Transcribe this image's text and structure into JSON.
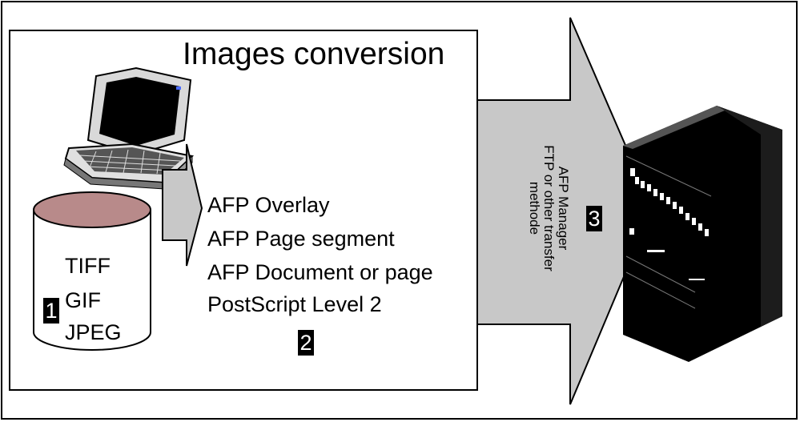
{
  "title": "Images conversion",
  "source_formats": [
    "TIFF",
    "GIF",
    "JPEG"
  ],
  "output_formats": [
    "AFP Overlay",
    "AFP Page segment",
    "AFP Document or page",
    "PostScript Level 2"
  ],
  "steps": [
    "1",
    "2",
    "3"
  ],
  "transfer_label": {
    "line1": "AFP Manager",
    "line2": "FTP or other transfer",
    "line3": "methode"
  },
  "colors": {
    "cylinder_top": "#b88a8a",
    "arrow_fill": "#c8c8c8",
    "badge": "#000000"
  },
  "icons": [
    "laptop-icon",
    "database-cylinder-icon",
    "server-tower-icon"
  ]
}
